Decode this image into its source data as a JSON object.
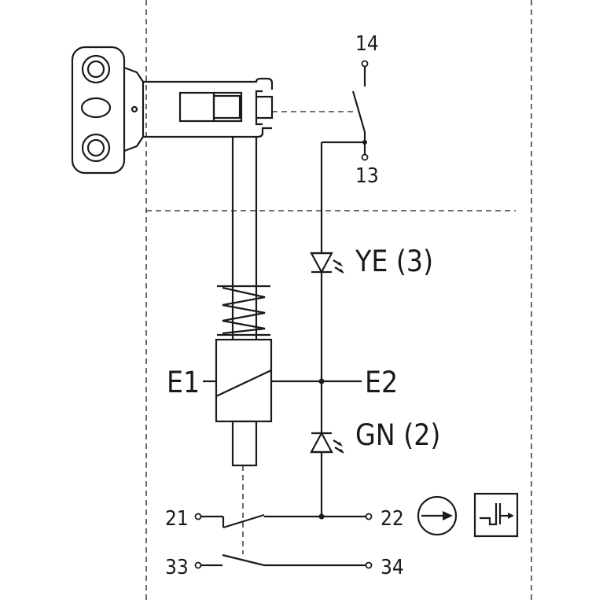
{
  "terminals": {
    "t14": "14",
    "t13": "13",
    "t21": "21",
    "t22": "22",
    "t33": "33",
    "t34": "34"
  },
  "leds": {
    "yellow": "YE (3)",
    "green": "GN (2)"
  },
  "coil": {
    "left": "E1",
    "right": "E2"
  },
  "icons": {
    "direction_symbol": "circle-arrow-right-icon",
    "function_symbol": "pulse-step-arrow-icon"
  },
  "colors": {
    "line": "#1a1a1a",
    "background": "#ffffff"
  }
}
